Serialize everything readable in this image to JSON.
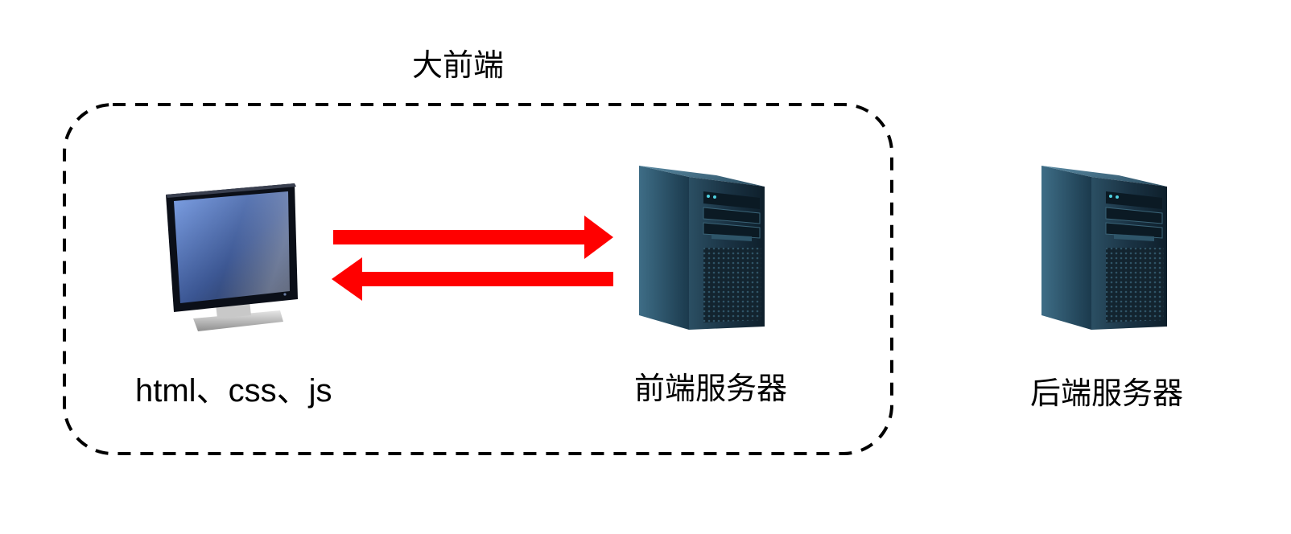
{
  "group": {
    "label": "大前端"
  },
  "nodes": {
    "client": {
      "label": "html、css、js",
      "icon": "monitor-icon"
    },
    "frontend_server": {
      "label": "前端服务器",
      "icon": "server-tower-icon"
    },
    "backend_server": {
      "label": "后端服务器",
      "icon": "server-tower-icon"
    }
  },
  "edges": [
    {
      "from": "client",
      "to": "frontend_server"
    },
    {
      "from": "frontend_server",
      "to": "client"
    }
  ],
  "colors": {
    "arrow": "#ff0000",
    "group_border": "#000000",
    "server_body": "#1f3b4d",
    "monitor_screen": "#5b7fc4"
  }
}
